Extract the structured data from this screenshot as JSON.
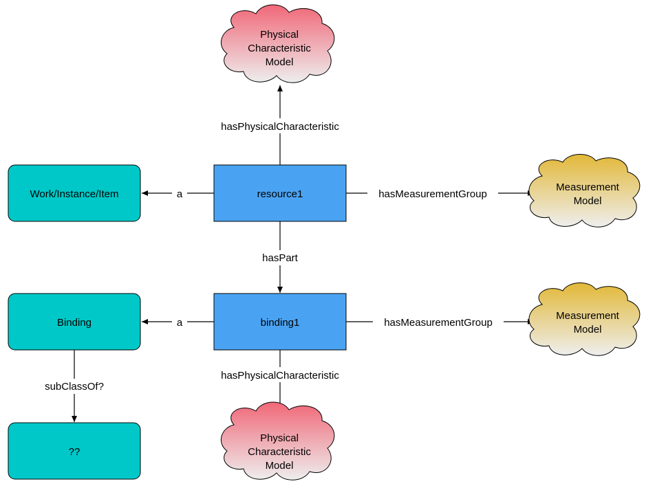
{
  "nodes": {
    "resource1": "resource1",
    "binding1": "binding1",
    "work_instance_item": "Work/Instance/Item",
    "binding_class": "Binding",
    "unknown_class": "??",
    "phys_top": [
      "Physical",
      "Characteristic",
      "Model"
    ],
    "phys_bottom": [
      "Physical",
      "Characteristic",
      "Model"
    ],
    "meas_top": [
      "Measurement",
      "Model"
    ],
    "meas_bottom": [
      "Measurement",
      "Model"
    ]
  },
  "edges": {
    "res_has_physical": "hasPhysicalCharacteristic",
    "res_a": "a",
    "res_has_measurement": "hasMeasurementGroup",
    "has_part": "hasPart",
    "bind_a": "a",
    "bind_has_measurement": "hasMeasurementGroup",
    "bind_has_physical": "hasPhysicalCharacteristic",
    "subclass_of": "subClassOf?"
  },
  "colors": {
    "instance_fill": "#4aa3f2",
    "class_fill": "#00c8c8",
    "physical_cloud_top": "#f06878",
    "physical_cloud_bottom": "#eeeeee",
    "measurement_cloud_top": "#e2b838",
    "measurement_cloud_bottom": "#eeeeee",
    "stroke": "#000000"
  }
}
